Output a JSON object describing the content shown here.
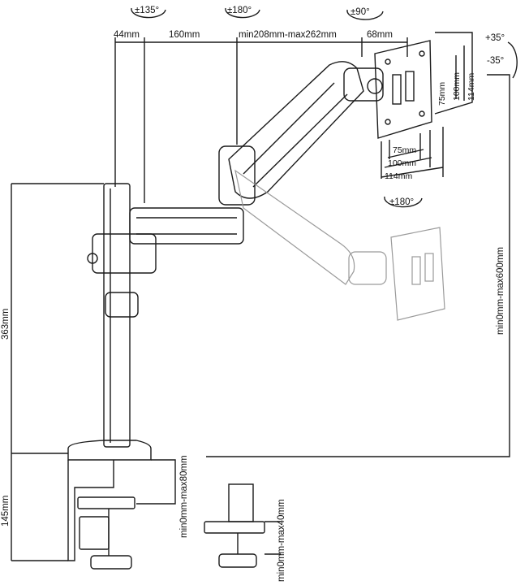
{
  "rotation_labels": {
    "arm_joint": "±135°",
    "elbow_joint": "±180°",
    "head_swivel": "±90°",
    "tilt_up": "+35°",
    "tilt_down": "-35°",
    "vesa_rotate": "±180°"
  },
  "top_dimensions": {
    "pole_offset": "44mm",
    "lower_arm": "160mm",
    "upper_arm": "min208mm-max262mm",
    "head": "68mm"
  },
  "vesa_sizes": {
    "horizontal": [
      "75mm",
      "100mm",
      "114mm"
    ],
    "vertical": [
      "75mm",
      "100mm",
      "114mm"
    ]
  },
  "height_dimensions": {
    "pole_height": "363mm",
    "clamp_height": "145mm",
    "height_range": "min0mm-max600mm",
    "clamp_desk_range": "min0mm-max80mm",
    "grommet_desk_range": "min0mm-max40mm"
  },
  "colors": {
    "line": "#1a1a1a",
    "ghost": "#9a9a9a"
  }
}
